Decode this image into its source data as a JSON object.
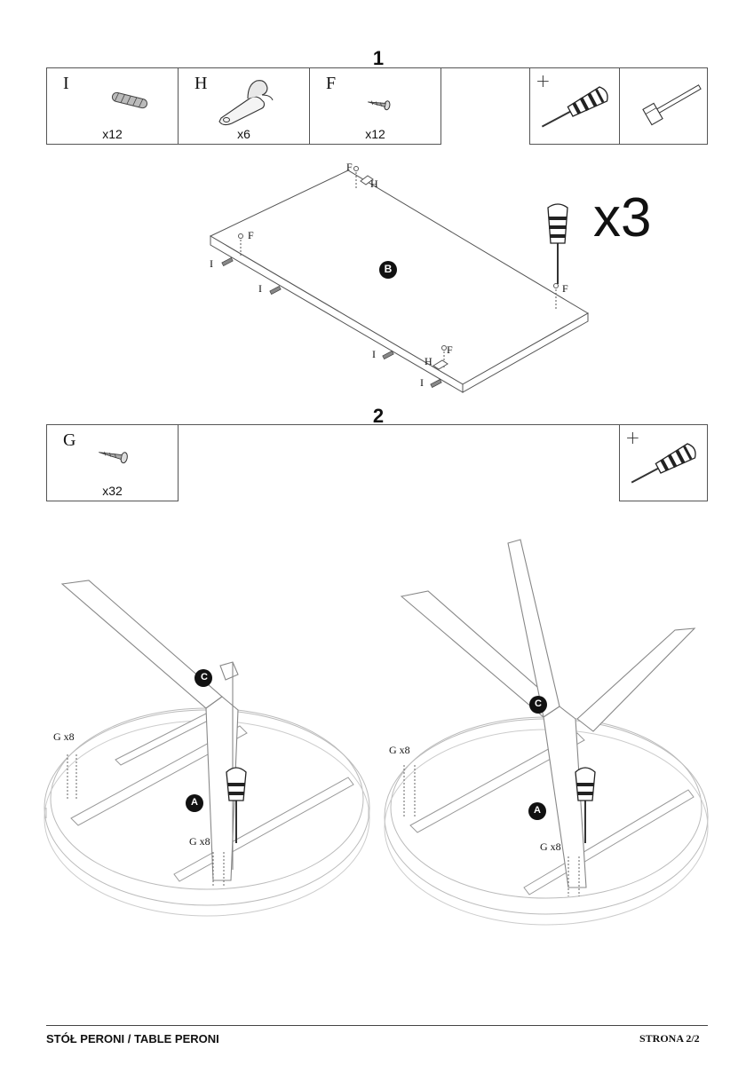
{
  "step1": {
    "number": "1",
    "parts": [
      {
        "letter": "I",
        "qty": "x12",
        "icon": "dowel-icon"
      },
      {
        "letter": "H",
        "qty": "x6",
        "icon": "bracket-icon"
      },
      {
        "letter": "F",
        "qty": "x12",
        "icon": "screw-icon"
      }
    ],
    "tools": [
      "screwdriver-icon",
      "hammer-icon"
    ],
    "multiplier": "x3",
    "panel_badge": "B",
    "labels": {
      "F": "F",
      "H": "H",
      "I": "I"
    }
  },
  "step2": {
    "number": "2",
    "part": {
      "letter": "G",
      "qty": "x32",
      "icon": "screw-icon"
    },
    "tools": [
      "screwdriver-icon"
    ],
    "badges": {
      "C": "C",
      "A": "A"
    },
    "screw_label": "G x8"
  },
  "footer": {
    "title": "STÓŁ PERONI / TABLE PERONI",
    "page": "STRONA 2/2"
  }
}
